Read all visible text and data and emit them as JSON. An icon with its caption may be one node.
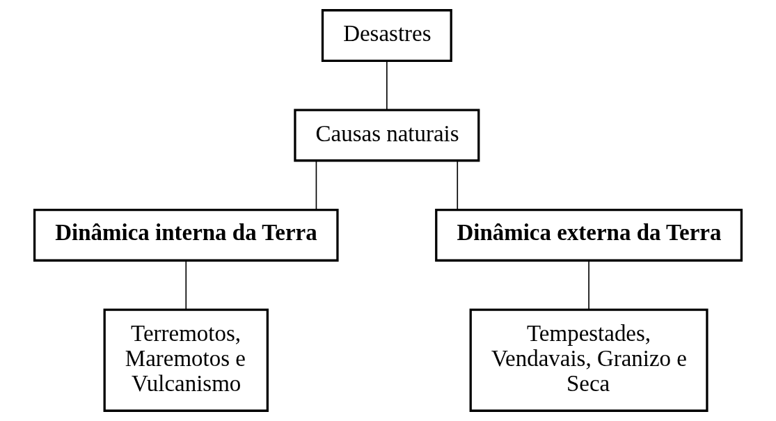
{
  "diagram": {
    "nodes": [
      {
        "text": [
          "Desastres"
        ]
      },
      {
        "text": [
          "Causas naturais"
        ]
      },
      {
        "text": [
          "Dinâmica interna da Terra"
        ]
      },
      {
        "text": [
          "Dinâmica externa da Terra"
        ]
      },
      {
        "text": [
          "Terremotos, Maremotos e Vulcanismo"
        ]
      },
      {
        "text": [
          "Tempestades, Vendavais, Granizo e Seca"
        ]
      }
    ],
    "edges": [
      {
        "from": 0,
        "to": 1,
        "arrow": "none"
      },
      {
        "from": 1,
        "to": 2,
        "arrow": "none"
      },
      {
        "from": 1,
        "to": 3,
        "arrow": "none"
      },
      {
        "from": 2,
        "to": 4,
        "arrow": "none"
      },
      {
        "from": 3,
        "to": 5,
        "arrow": "none"
      }
    ]
  }
}
